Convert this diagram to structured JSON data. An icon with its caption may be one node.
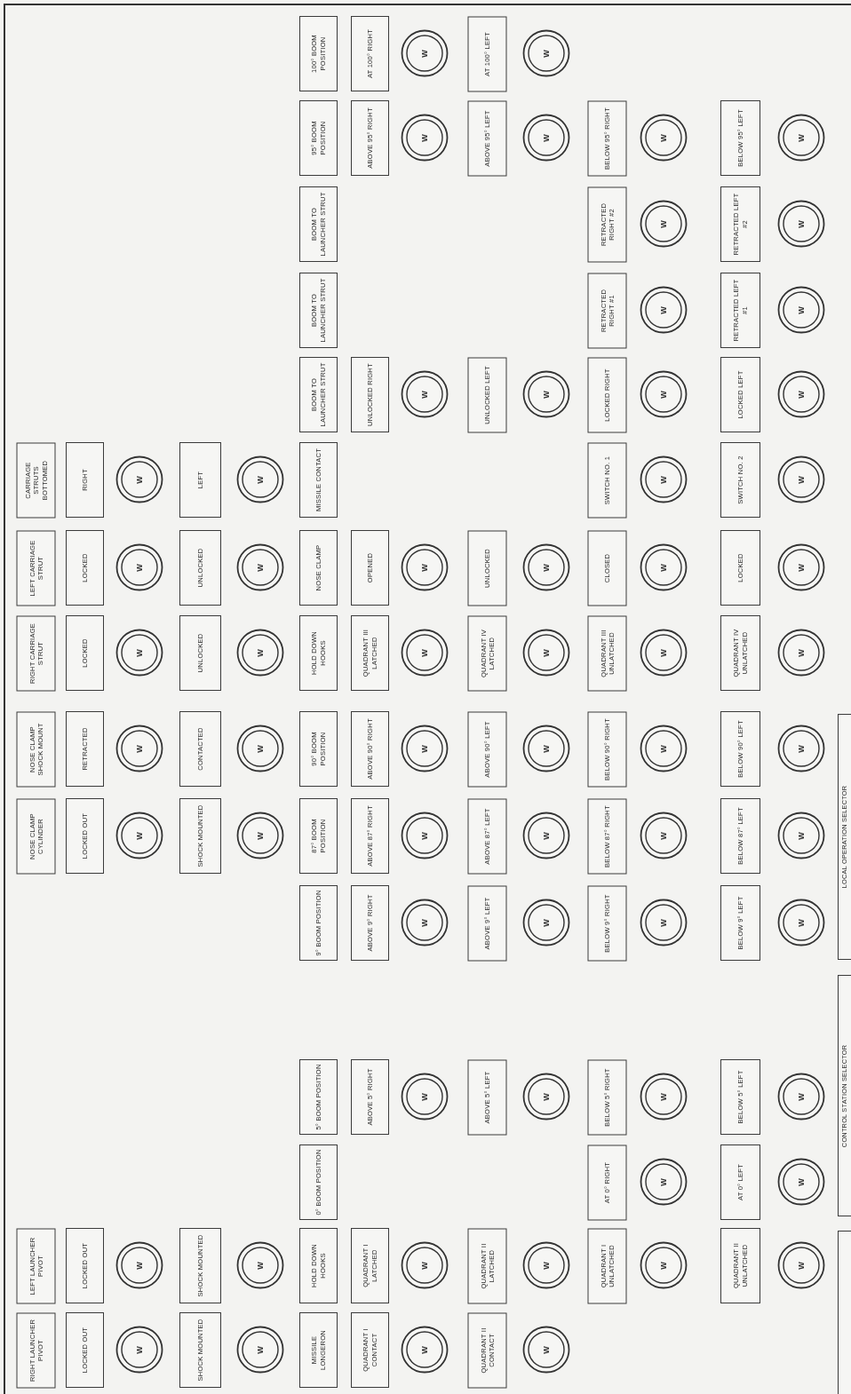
{
  "diagram": {
    "nodes": [
      {
        "text": [
          "100° BOOM POSITION"
        ]
      },
      {
        "text": [
          "AT 100° RIGHT"
        ]
      },
      {
        "text": [
          "W"
        ]
      },
      {
        "text": [
          "AT 100° LEFT"
        ]
      },
      {
        "text": [
          "W"
        ]
      },
      {
        "text": [
          "95° BOOM POSITION"
        ]
      },
      {
        "text": [
          "ABOVE 95° RIGHT"
        ]
      },
      {
        "text": [
          "W"
        ]
      },
      {
        "text": [
          "ABOVE 95° LEFT"
        ]
      },
      {
        "text": [
          "W"
        ]
      },
      {
        "text": [
          "BELOW 95° RIGHT"
        ]
      },
      {
        "text": [
          "W"
        ]
      },
      {
        "text": [
          "BELOW 95° LEFT"
        ]
      },
      {
        "text": [
          "W"
        ]
      },
      {
        "text": [
          "BOOM TO LAUNCHER STRUT"
        ]
      },
      {
        "text": [
          "RETRACTED RIGHT #2"
        ]
      },
      {
        "text": [
          "W"
        ]
      },
      {
        "text": [
          "RETRACTED LEFT #2"
        ]
      },
      {
        "text": [
          "W"
        ]
      },
      {
        "text": [
          "BOOM TO LAUNCHER STRUT"
        ]
      },
      {
        "text": [
          "RETRACTED RIGHT #1"
        ]
      },
      {
        "text": [
          "W"
        ]
      },
      {
        "text": [
          "RETRACTED LEFT #1"
        ]
      },
      {
        "text": [
          "W"
        ]
      },
      {
        "text": [
          "BOOM TO LAUNCHER STRUT"
        ]
      },
      {
        "text": [
          "UNLOCKED RIGHT"
        ]
      },
      {
        "text": [
          "W"
        ]
      },
      {
        "text": [
          "UNLOCKED LEFT"
        ]
      },
      {
        "text": [
          "W"
        ]
      },
      {
        "text": [
          "LOCKED RIGHT"
        ]
      },
      {
        "text": [
          "W"
        ]
      },
      {
        "text": [
          "LOCKED LEFT"
        ]
      },
      {
        "text": [
          "W"
        ]
      },
      {
        "text": [
          "CARRIAGE STRUTS BOTTOMED"
        ]
      },
      {
        "text": [
          "RIGHT"
        ]
      },
      {
        "text": [
          "W"
        ]
      },
      {
        "text": [
          "LEFT"
        ]
      },
      {
        "text": [
          "W"
        ]
      },
      {
        "text": [
          "MISSILE CONTACT"
        ]
      },
      {
        "text": [
          "SWITCH NO. 1"
        ]
      },
      {
        "text": [
          "W"
        ]
      },
      {
        "text": [
          "SWITCH NO. 2"
        ]
      },
      {
        "text": [
          "W"
        ]
      },
      {
        "text": [
          "LEFT CARRIAGE STRUT"
        ]
      },
      {
        "text": [
          "LOCKED"
        ]
      },
      {
        "text": [
          "W"
        ]
      },
      {
        "text": [
          "UNLOCKED"
        ]
      },
      {
        "text": [
          "W"
        ]
      },
      {
        "text": [
          "NOSE CLAMP"
        ]
      },
      {
        "text": [
          "OPENED"
        ]
      },
      {
        "text": [
          "W"
        ]
      },
      {
        "text": [
          "UNLOCKED"
        ]
      },
      {
        "text": [
          "W"
        ]
      },
      {
        "text": [
          "CLOSED"
        ]
      },
      {
        "text": [
          "W"
        ]
      },
      {
        "text": [
          "LOCKED"
        ]
      },
      {
        "text": [
          "W"
        ]
      },
      {
        "text": [
          "RIGHT CARRIAGE STRUT"
        ]
      },
      {
        "text": [
          "LOCKED"
        ]
      },
      {
        "text": [
          "W"
        ]
      },
      {
        "text": [
          "UNLOCKED"
        ]
      },
      {
        "text": [
          "W"
        ]
      },
      {
        "text": [
          "HOLD DOWN HOOKS"
        ]
      },
      {
        "text": [
          "QUADRANT III LATCHED"
        ]
      },
      {
        "text": [
          "W"
        ]
      },
      {
        "text": [
          "QUADRANT IV LATCHED"
        ]
      },
      {
        "text": [
          "W"
        ]
      },
      {
        "text": [
          "QUADRANT III UNLATCHED"
        ]
      },
      {
        "text": [
          "W"
        ]
      },
      {
        "text": [
          "QUADRANT IV UNLATCHED"
        ]
      },
      {
        "text": [
          "W"
        ]
      },
      {
        "text": [
          "NOSE CLAMP SHOCK MOUNT"
        ]
      },
      {
        "text": [
          "RETRACTED"
        ]
      },
      {
        "text": [
          "W"
        ]
      },
      {
        "text": [
          "CONTACTED"
        ]
      },
      {
        "text": [
          "W"
        ]
      },
      {
        "text": [
          "90° BOOM POSITION"
        ]
      },
      {
        "text": [
          "ABOVE 90° RIGHT"
        ]
      },
      {
        "text": [
          "W"
        ]
      },
      {
        "text": [
          "ABOVE 90° LEFT"
        ]
      },
      {
        "text": [
          "W"
        ]
      },
      {
        "text": [
          "BELOW 90° RIGHT"
        ]
      },
      {
        "text": [
          "W"
        ]
      },
      {
        "text": [
          "BELOW 90° LEFT"
        ]
      },
      {
        "text": [
          "W"
        ]
      },
      {
        "text": [
          "NOSE CLAMP CYLINDER"
        ]
      },
      {
        "text": [
          "LOCKED OUT"
        ]
      },
      {
        "text": [
          "W"
        ]
      },
      {
        "text": [
          "SHOCK MOUNTED"
        ]
      },
      {
        "text": [
          "W"
        ]
      },
      {
        "text": [
          "87° BOOM POSITION"
        ]
      },
      {
        "text": [
          "ABOVE 87° RIGHT"
        ]
      },
      {
        "text": [
          "W"
        ]
      },
      {
        "text": [
          "ABOVE 87° LEFT"
        ]
      },
      {
        "text": [
          "W"
        ]
      },
      {
        "text": [
          "BELOW 87° RIGHT"
        ]
      },
      {
        "text": [
          "W"
        ]
      },
      {
        "text": [
          "BELOW 87° LEFT"
        ]
      },
      {
        "text": [
          "W"
        ]
      },
      {
        "text": [
          "9° BOOM POSITION"
        ]
      },
      {
        "text": [
          "ABOVE 9° RIGHT"
        ]
      },
      {
        "text": [
          "W"
        ]
      },
      {
        "text": [
          "ABOVE 9° LEFT"
        ]
      },
      {
        "text": [
          "W"
        ]
      },
      {
        "text": [
          "BELOW 9° RIGHT"
        ]
      },
      {
        "text": [
          "W"
        ]
      },
      {
        "text": [
          "BELOW 9° LEFT"
        ]
      },
      {
        "text": [
          "W"
        ]
      },
      {
        "text": [
          "5° BOOM POSITION"
        ]
      },
      {
        "text": [
          "ABOVE 5° RIGHT"
        ]
      },
      {
        "text": [
          "W"
        ]
      },
      {
        "text": [
          "ABOVE 5° LEFT"
        ]
      },
      {
        "text": [
          "W"
        ]
      },
      {
        "text": [
          "BELOW 5° RIGHT"
        ]
      },
      {
        "text": [
          "W"
        ]
      },
      {
        "text": [
          "BELOW 5° LEFT"
        ]
      },
      {
        "text": [
          "W"
        ]
      },
      {
        "text": [
          "0° BOOM POSITION"
        ]
      },
      {
        "text": [
          "AT 0° RIGHT"
        ]
      },
      {
        "text": [
          "W"
        ]
      },
      {
        "text": [
          "AT 0° LEFT"
        ]
      },
      {
        "text": [
          "W"
        ]
      },
      {
        "text": [
          "LEFT LAUNCHER PIVOT"
        ]
      },
      {
        "text": [
          "LOCKED OUT"
        ]
      },
      {
        "text": [
          "W"
        ]
      },
      {
        "text": [
          "SHOCK MOUNTED"
        ]
      },
      {
        "text": [
          "W"
        ]
      },
      {
        "text": [
          "HOLD DOWN HOOKS"
        ]
      },
      {
        "text": [
          "QUADRANT I LATCHED"
        ]
      },
      {
        "text": [
          "W"
        ]
      },
      {
        "text": [
          "QUADRANT II LATCHED"
        ]
      },
      {
        "text": [
          "W"
        ]
      },
      {
        "text": [
          "QUADRANT I UNLATCHED"
        ]
      },
      {
        "text": [
          "W"
        ]
      },
      {
        "text": [
          "QUADRANT II UNLATCHED"
        ]
      },
      {
        "text": [
          "W"
        ]
      },
      {
        "text": [
          "RIGHT LAUNCHER PIVOT"
        ]
      },
      {
        "text": [
          "LOCKED OUT"
        ]
      },
      {
        "text": [
          "W"
        ]
      },
      {
        "text": [
          "SHOCK MOUNTED"
        ]
      },
      {
        "text": [
          "W"
        ]
      },
      {
        "text": [
          "MISSILE LONGERON"
        ]
      },
      {
        "text": [
          "QUADRANT I CONTACT"
        ]
      },
      {
        "text": [
          "W"
        ]
      },
      {
        "text": [
          "QUADRANT II CONTACT"
        ]
      },
      {
        "text": [
          "W"
        ]
      },
      {
        "text": [
          "LOCAL OPERATION SELECTOR"
        ]
      },
      {
        "text": [
          "CONTROL STATION SELECTOR"
        ]
      },
      {
        "text": [],
        "shape": "box"
      }
    ]
  }
}
